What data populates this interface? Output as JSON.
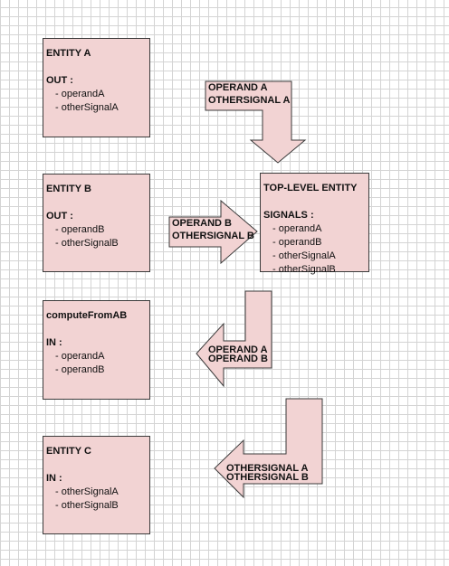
{
  "entities": {
    "entity_a": {
      "title": "ENTITY A",
      "section": "OUT :",
      "items": [
        "operandA",
        "otherSignalA"
      ]
    },
    "entity_b": {
      "title": "ENTITY B",
      "section": "OUT :",
      "items": [
        "operandB",
        "otherSignalB"
      ]
    },
    "top_level": {
      "title": "TOP-LEVEL ENTITY",
      "section": "SIGNALS :",
      "items": [
        "operandA",
        "operandB",
        "otherSignalA",
        "otherSignalB"
      ]
    },
    "compute": {
      "title": "computeFromAB",
      "section": "IN :",
      "items": [
        "operandA",
        "operandB"
      ]
    },
    "entity_c": {
      "title": "ENTITY C",
      "section": "IN :",
      "items": [
        "otherSignalA",
        "otherSignalB"
      ]
    }
  },
  "arrows": {
    "a_to_top": [
      "OPERAND A",
      "OTHERSIGNAL A"
    ],
    "b_to_top": [
      "OPERAND B",
      "OTHERSIGNAL B"
    ],
    "top_to_compute": [
      "OPERAND A",
      "OPERAND B"
    ],
    "top_to_c": [
      "OTHERSIGNAL A",
      "OTHERSIGNAL B"
    ]
  },
  "colors": {
    "fill": "#f2d3d3",
    "stroke": "#3a3a3a",
    "grid": "#d4d4d4"
  }
}
